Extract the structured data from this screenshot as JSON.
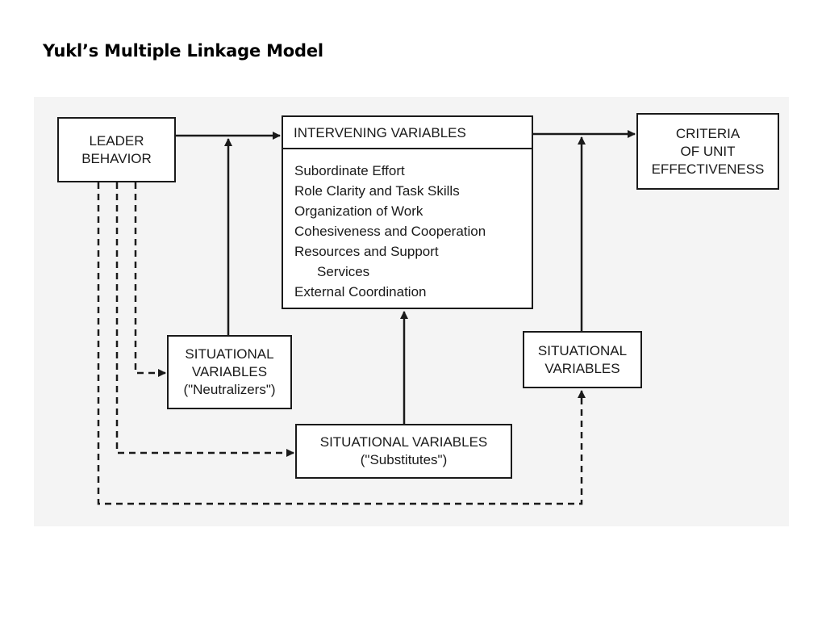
{
  "title": "Yukl’s Multiple Linkage Model",
  "boxes": {
    "leader_behavior": [
      "LEADER",
      "BEHAVIOR"
    ],
    "intervening": {
      "heading": "INTERVENING VARIABLES",
      "items": [
        "Subordinate Effort",
        "Role Clarity and Task Skills",
        "Organization of Work",
        "Cohesiveness and Cooperation",
        "Resources and Support",
        "Services",
        "External Coordination"
      ]
    },
    "criteria": [
      "CRITERIA",
      "OF UNIT",
      "EFFECTIVENESS"
    ],
    "situational_neutralizers": [
      "SITUATIONAL",
      "VARIABLES",
      "(\"Neutralizers\")"
    ],
    "situational_substitutes": [
      "SITUATIONAL VARIABLES",
      "(\"Substitutes\")"
    ],
    "situational_right": [
      "SITUATIONAL",
      "VARIABLES"
    ]
  },
  "colors": {
    "line": "#1a1a1a",
    "background": "#f4f4f4"
  }
}
